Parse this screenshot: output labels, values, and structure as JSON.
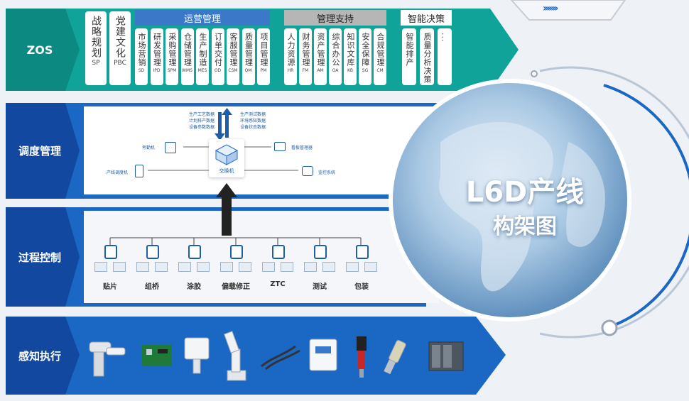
{
  "layers": {
    "zos": "ZOS",
    "dispatch": "调度管理",
    "process": "过程控制",
    "sense": "感知执行"
  },
  "zos": {
    "strategy": {
      "label": "战略规划",
      "abbr": "SP"
    },
    "party": {
      "label": "党建文化",
      "abbr": "PBC"
    },
    "ops": {
      "title": "运营管理",
      "items": [
        {
          "label": "市场营销",
          "abbr": "SD"
        },
        {
          "label": "研发管理",
          "abbr": "IPD"
        },
        {
          "label": "采购管理",
          "abbr": "SPM"
        },
        {
          "label": "仓储管理",
          "abbr": "WMS"
        },
        {
          "label": "生产制造",
          "abbr": "MES"
        },
        {
          "label": "订单交付",
          "abbr": "OD"
        },
        {
          "label": "客服管理",
          "abbr": "CSM"
        },
        {
          "label": "质量管理",
          "abbr": "QM"
        },
        {
          "label": "项目管理",
          "abbr": "PM"
        }
      ]
    },
    "support": {
      "title": "管理支持",
      "items": [
        {
          "label": "人力资源",
          "abbr": "HR"
        },
        {
          "label": "财务管理",
          "abbr": "FM"
        },
        {
          "label": "资产管理",
          "abbr": "AM"
        },
        {
          "label": "综合办公",
          "abbr": "OA"
        },
        {
          "label": "知识文库",
          "abbr": "KB"
        },
        {
          "label": "安全保障",
          "abbr": "SG"
        },
        {
          "label": "合规管理",
          "abbr": "CM"
        }
      ]
    },
    "decision": {
      "title": "智能决策",
      "items": [
        {
          "label": "智能排产"
        },
        {
          "label": "质量分析决策"
        },
        {
          "label": "..."
        }
      ]
    }
  },
  "dispatch": {
    "up_data": [
      "生产工艺数据",
      "计划排产数据",
      "设备参数数据"
    ],
    "down_data": [
      "生产测试数据",
      "环境感知数据",
      "设备状态数据"
    ],
    "switch": "交换机",
    "attendance": "考勤机",
    "line_terminal": "产线调度机",
    "kanban": "看板管理器",
    "monitor": "监控系统"
  },
  "process": {
    "stations": [
      "贴片",
      "组桥",
      "涂胶",
      "偏载修正",
      "ZTC",
      "测试",
      "包装"
    ]
  },
  "globe": {
    "title": "L6D产线",
    "subtitle": "构架图"
  },
  "colors": {
    "teal": "#10a39a",
    "blue_dark": "#1248a0",
    "blue_mid": "#1a67c4",
    "header_blue": "#3b78c8",
    "header_gray": "#b6b6b6"
  }
}
